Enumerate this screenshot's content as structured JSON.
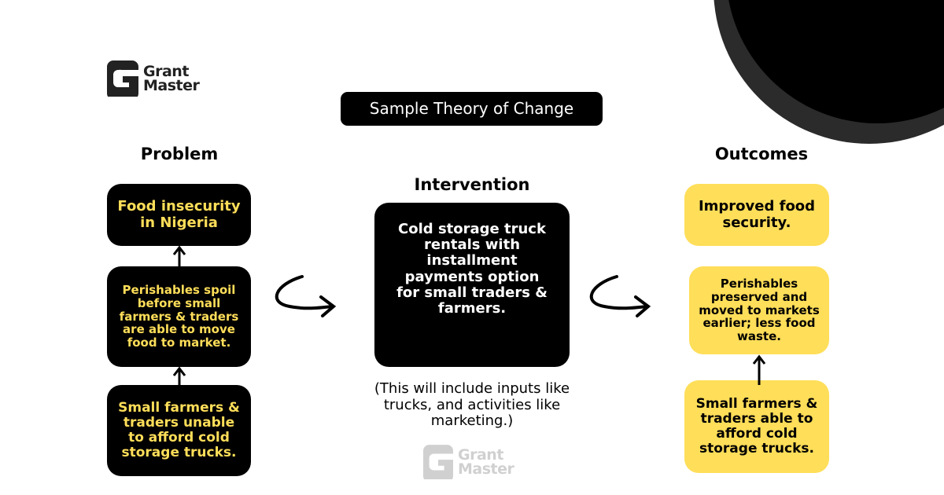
{
  "brand": {
    "line1": "Grant",
    "line2": "Master",
    "mark": "."
  },
  "title": "Sample Theory of Change",
  "columns": {
    "problem": {
      "heading": "Problem",
      "boxes": [
        "Food insecurity in Nigeria",
        "Perishables spoil before small farmers & traders are able to move food to market.",
        "Small farmers & traders unable to afford cold storage trucks."
      ]
    },
    "intervention": {
      "heading": "Intervention",
      "box": "Cold storage truck rentals with installment payments option for small traders & farmers.",
      "note": "(This will include inputs like trucks, and activities like marketing.)"
    },
    "outcomes": {
      "heading": "Outcomes",
      "boxes": [
        "Improved food security.",
        "Perishables preserved and moved to markets earlier; less food waste.",
        "Small farmers & traders able to afford cold storage trucks."
      ]
    }
  },
  "colors": {
    "accent": "#ffde59",
    "dark": "#000000"
  }
}
